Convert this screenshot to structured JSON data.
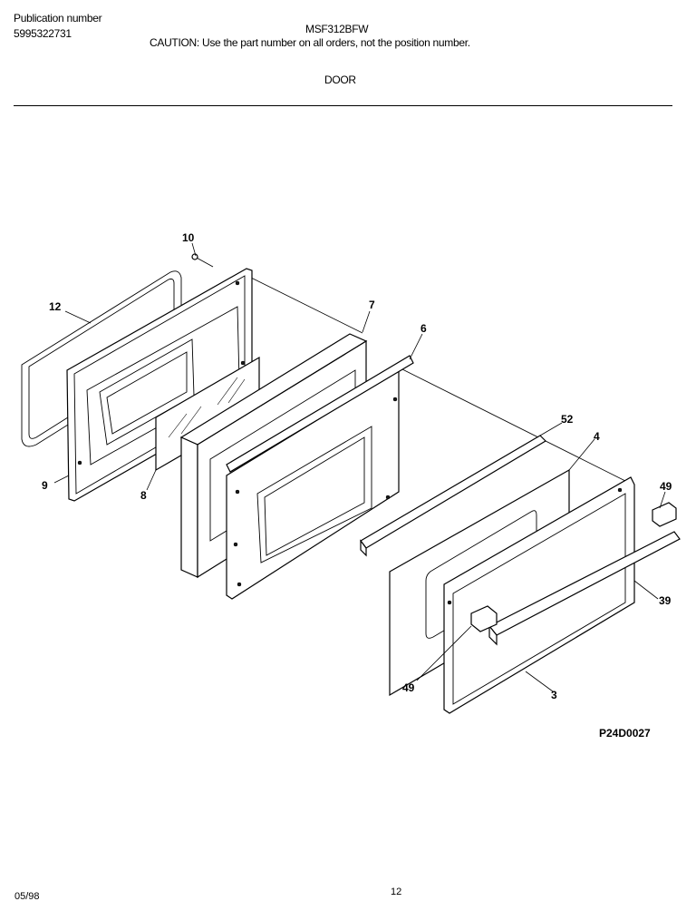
{
  "header": {
    "publication_label": "Publication number",
    "publication_number": "5995322731",
    "model": "MSF312BFW",
    "caution_label": "CAUTION:",
    "caution_text": "Use the part number on all orders, not the position number.",
    "section_title": "DOOR"
  },
  "callouts": {
    "c10": "10",
    "c12": "12",
    "c7": "7",
    "c6": "6",
    "c52": "52",
    "c4": "4",
    "c49a": "49",
    "c39": "39",
    "c9": "9",
    "c8": "8",
    "c49b": "49",
    "c3": "3"
  },
  "diagram_code": "P24D0027",
  "footer": {
    "date": "05/98",
    "page": "12"
  }
}
